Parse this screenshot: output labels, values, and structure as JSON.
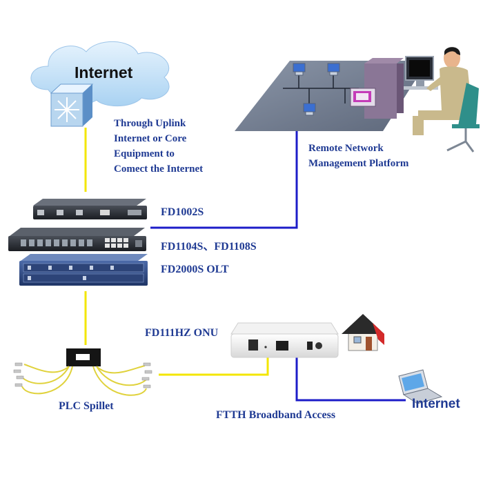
{
  "diagram": {
    "cloud_label": "Internet",
    "uplink_note": [
      "Through Uplink",
      "Internet or Core",
      "Equipment to",
      "Comect the Internet"
    ],
    "remote_platform": [
      "Remote Network",
      "Management Platform"
    ],
    "devices": {
      "fd1002s": "FD1002S",
      "fd1104s": "FD1104S、FD1108S",
      "fd2000s": "FD2000S OLT",
      "onu": "FD111HZ ONU"
    },
    "splitter_label": "PLC Spillet",
    "ftth_label": "FTTH Broadband Access",
    "laptop_label": "Internet"
  },
  "colors": {
    "fiber": "#f3e600",
    "ethernet": "#1c1cc8",
    "label": "#1f3a93",
    "cloud": "#bfe0f8"
  }
}
